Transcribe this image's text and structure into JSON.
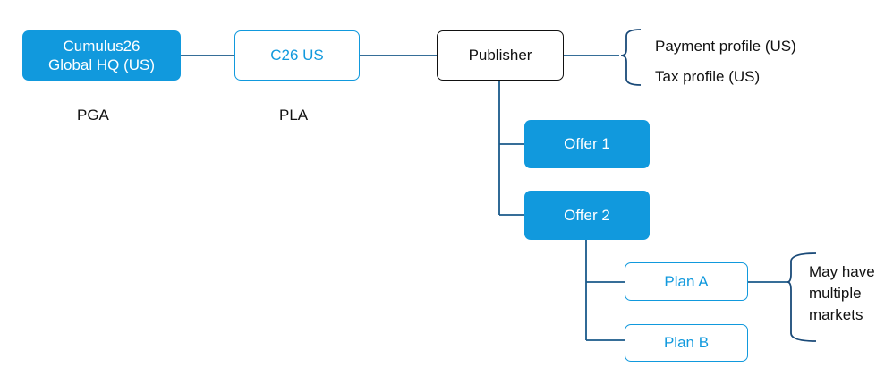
{
  "nodes": {
    "hq": {
      "line1": "Cumulus26",
      "line2": "Global HQ (US)"
    },
    "c26_us": {
      "label": "C26 US"
    },
    "publisher": {
      "label": "Publisher"
    },
    "offer1": {
      "label": "Offer 1"
    },
    "offer2": {
      "label": "Offer 2"
    },
    "plan_a": {
      "label": "Plan A"
    },
    "plan_b": {
      "label": "Plan B"
    }
  },
  "labels": {
    "pga": "PGA",
    "pla": "PLA"
  },
  "publisher_profiles": [
    "Payment profile (US)",
    "Tax profile (US)"
  ],
  "plan_note": [
    "May have",
    "multiple",
    "markets"
  ],
  "colors": {
    "accent": "#1199DD",
    "outline_dark": "#111111",
    "connector": "#1a5a8a",
    "bracket": "#1a4a78"
  }
}
